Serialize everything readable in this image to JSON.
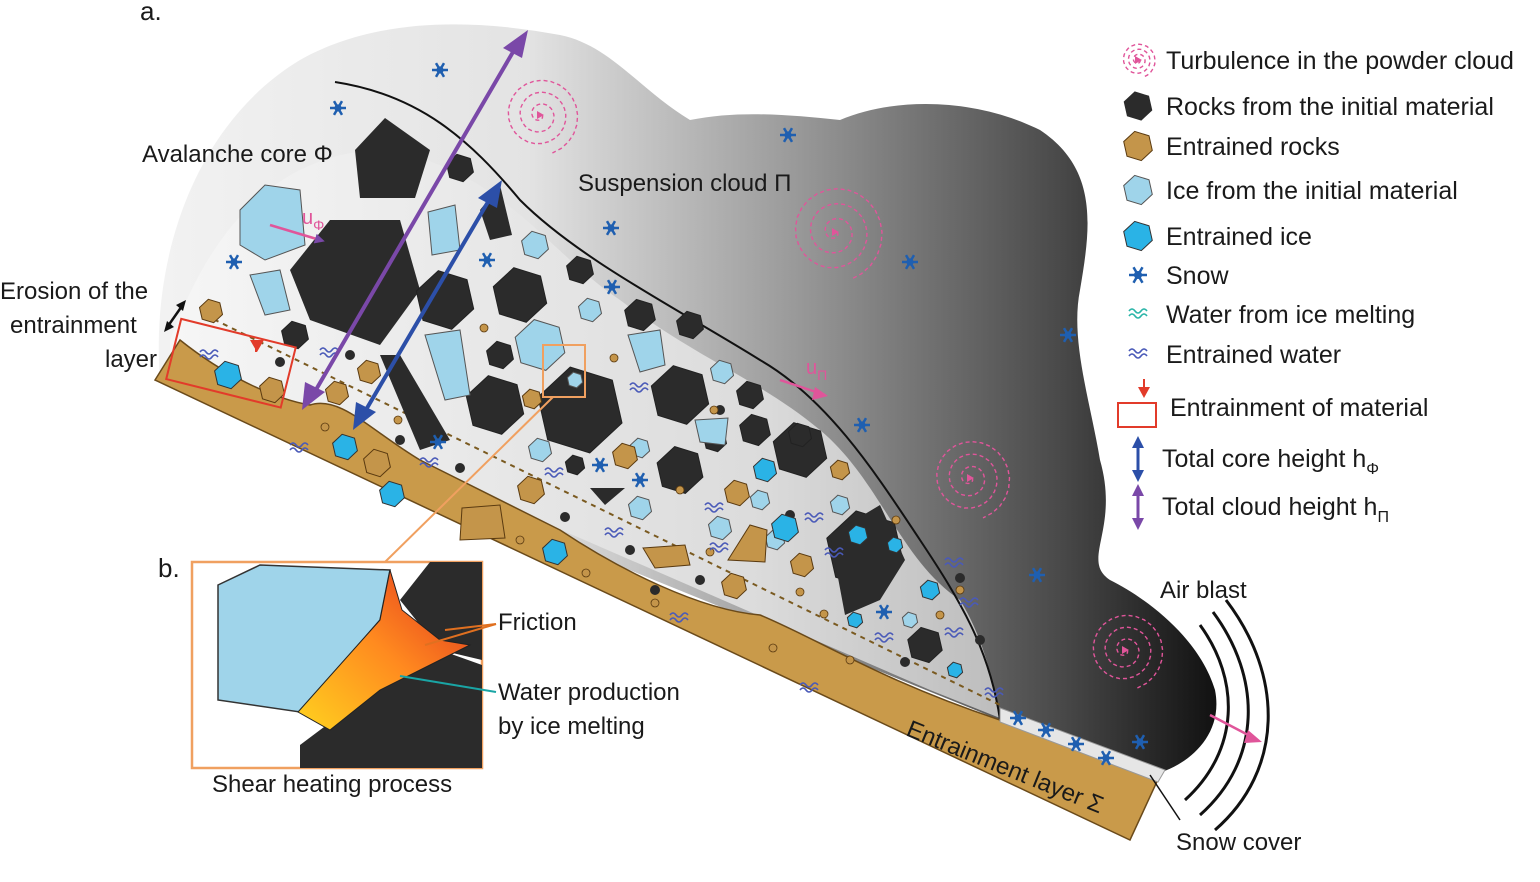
{
  "panels": {
    "a": "a.",
    "b": "b."
  },
  "labels": {
    "avalanche_core": "Avalanche core Φ",
    "suspension_cloud": "Suspension cloud Π",
    "erosion_line1": "Erosion of the",
    "erosion_line2": "entrainment",
    "erosion_line3": "layer",
    "u_phi_main": "u",
    "u_phi_sub": "Φ",
    "u_pi_main": "u",
    "u_pi_sub": "Π",
    "air_blast": "Air blast",
    "snow_cover": "Snow cover",
    "entrainment_layer": "Entrainment layer Σ"
  },
  "inset": {
    "friction": "Friction",
    "water_line1": "Water production",
    "water_line2": "by ice melting",
    "caption": "Shear heating process"
  },
  "legend": [
    {
      "id": "turbulence",
      "label": "Turbulence in the powder cloud",
      "icon": "spiral-icon"
    },
    {
      "id": "rocks-initial",
      "label": "Rocks from the initial material",
      "icon": "dark-hexagon-icon"
    },
    {
      "id": "entrained-rocks",
      "label": "Entrained rocks",
      "icon": "brown-hexagon-icon"
    },
    {
      "id": "ice-initial",
      "label": "Ice from the initial material",
      "icon": "light-blue-hexagon-icon"
    },
    {
      "id": "entrained-ice",
      "label": "Entrained ice",
      "icon": "blue-hexagon-icon"
    },
    {
      "id": "snow",
      "label": "Snow",
      "icon": "snowflake-icon"
    },
    {
      "id": "water-melt",
      "label": "Water from ice melting",
      "icon": "teal-wave-icon"
    },
    {
      "id": "entrained-water",
      "label": "Entrained water",
      "icon": "blue-wave-icon"
    },
    {
      "id": "entrainment",
      "label": "Entrainment of material",
      "icon": "red-box-icon"
    },
    {
      "id": "core-height",
      "label": "Total core height h",
      "sub": "Φ",
      "icon": "blue-double-arrow-icon"
    },
    {
      "id": "cloud-height",
      "label": "Total cloud height h",
      "sub": "Π",
      "icon": "purple-double-arrow-icon"
    }
  ],
  "colors": {
    "rock": "#2b2b2b",
    "entrained_rock": "#c4954a",
    "ice": "#9fd4ea",
    "entrained_ice": "#2ab3e6",
    "snow": "#1f5fb0",
    "turbulence": "#e0559a",
    "entrainment": "#e23b2a",
    "core_arrow": "#2c4fa8",
    "cloud_arrow": "#7a48a8",
    "ground": "#c99a4a",
    "inset_border": "#f0a060"
  }
}
